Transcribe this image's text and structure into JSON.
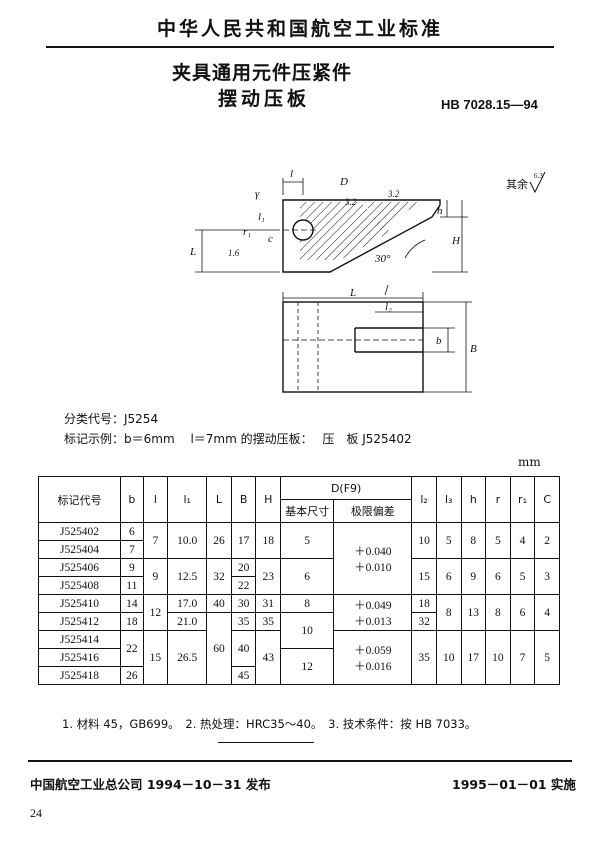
{
  "header": {
    "standard_name": "中华人民共和国航空工业标准"
  },
  "title": {
    "line1": "夹具通用元件压紧件",
    "line2": "摆动压板",
    "code": "HB 7028.15—94"
  },
  "drawing": {
    "roughness_note": "其余",
    "roughness_value": "6.3",
    "labels": {
      "l": "l",
      "gamma": "γ",
      "D": "D",
      "D_rough": "3.2",
      "r1": "r₁",
      "l1": "l₁",
      "c": "c",
      "L_left": "L",
      "r1_rough": "1.6",
      "h": "h",
      "H": "H",
      "angle": "30°",
      "L_top": "L",
      "l2": "l₂",
      "b": "b",
      "B": "B",
      "top_rough": "3.2"
    }
  },
  "classification": "分类代号：J5254",
  "marking_example": "标记示例：b＝6mm　 l＝7mm 的摆动压板：　 压　板 J525402",
  "unit": "mm",
  "table": {
    "headers": {
      "mark": "标记代号",
      "b": "b",
      "l": "l",
      "l1": "l₁",
      "L": "L",
      "B": "B",
      "H": "H",
      "D": "D(F9)",
      "D_base": "基本尺寸",
      "D_tol": "极限偏差",
      "l2": "l₂",
      "l3": "l₃",
      "h": "h",
      "r": "r",
      "r1": "r₁",
      "C": "C"
    },
    "marks": [
      "J525402",
      "J525404",
      "J525406",
      "J525408",
      "J525410",
      "J525412",
      "J525414",
      "J525416",
      "J525418"
    ],
    "b": [
      "6",
      "7",
      "9",
      "11",
      "14",
      "18",
      "22",
      "26"
    ],
    "l": [
      "7",
      "9",
      "12",
      "15"
    ],
    "l1": [
      "10.0",
      "12.5",
      "17.0",
      "21.0",
      "26.5"
    ],
    "L": [
      "26",
      "32",
      "40",
      "60"
    ],
    "B": [
      "17",
      "20",
      "22",
      "30",
      "35",
      "40",
      "45"
    ],
    "H": [
      "18",
      "23",
      "31",
      "35",
      "43"
    ],
    "D_base": [
      "5",
      "6",
      "8",
      "10",
      "12"
    ],
    "D_tol": [
      {
        "upper": "＋0.040",
        "lower": "＋0.010"
      },
      {
        "upper": "＋0.049",
        "lower": "＋0.013"
      },
      {
        "upper": "＋0.059",
        "lower": "＋0.016"
      }
    ],
    "l2": [
      "10",
      "15",
      "18",
      "32",
      "35"
    ],
    "l3": [
      "5",
      "6",
      "8",
      "10"
    ],
    "h": [
      "8",
      "9",
      "13",
      "17"
    ],
    "r": [
      "5",
      "6",
      "8",
      "10"
    ],
    "r1": [
      "4",
      "5",
      "6",
      "7"
    ],
    "C": [
      "2",
      "3",
      "4",
      "5"
    ]
  },
  "notes": "1. 材料 45，GB699。　2. 热处理：HRC35～40。　3. 技术条件：按 HB 7033。",
  "footer": {
    "issuer": "中国航空工业总公司 1994－10－31 发布",
    "effective": "1995－01－01 实施"
  },
  "page_number": "24"
}
